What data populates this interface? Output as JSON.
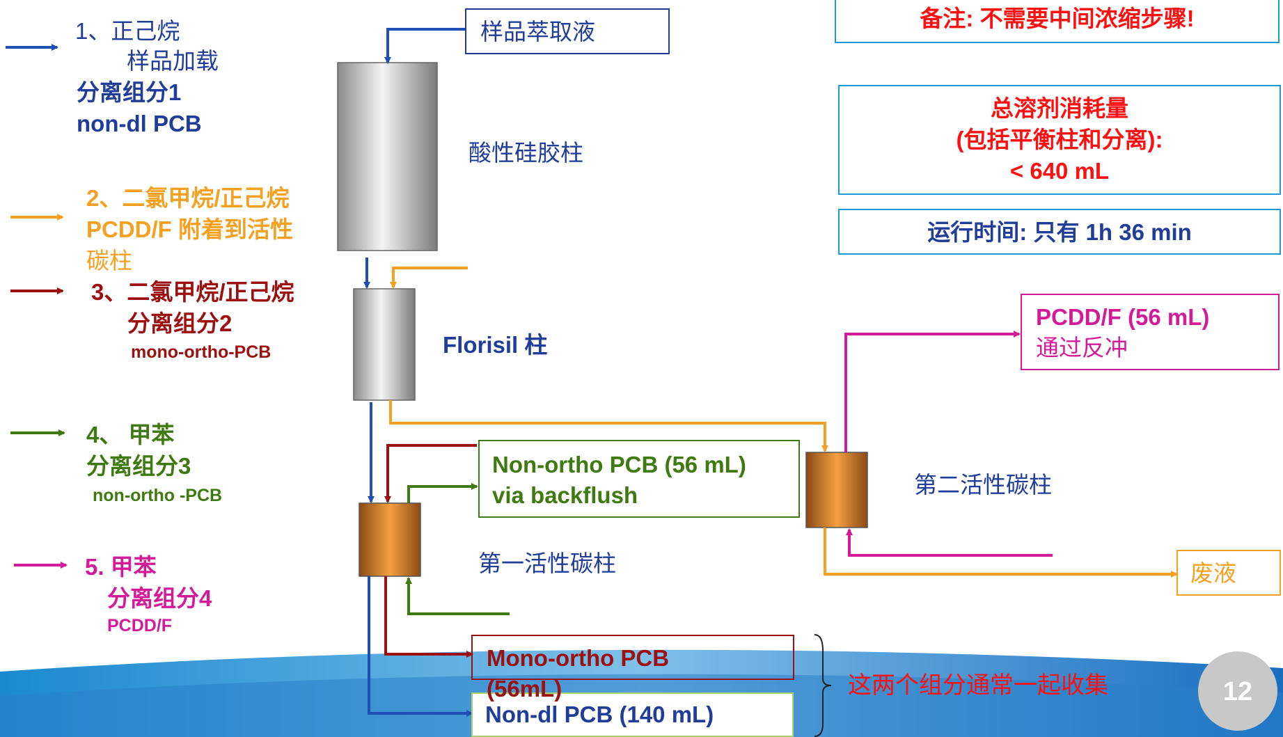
{
  "colors": {
    "blue": "#1f4fb4",
    "navy": "#1f3d99",
    "orange": "#f5a020",
    "darkred": "#9c1010",
    "green": "#3e7a0f",
    "magenta": "#d31b9a",
    "red": "#ff1010",
    "cyan_border": "#1a9ad6",
    "page_badge": "#c8c8c8"
  },
  "legend": {
    "item1": {
      "line1": "1、正己烷",
      "line2": "样品加载",
      "line3": "分离组分1",
      "line4": "non-dl PCB"
    },
    "item2": {
      "line1": "2、二氯甲烷/正己烷",
      "line2": "PCDD/F 附着到活性",
      "line3": "碳柱"
    },
    "item3": {
      "line1": "3、二氯甲烷/正己烷",
      "line2": "分离组分2",
      "line3": "mono-ortho-PCB"
    },
    "item4": {
      "line1": "4、 甲苯",
      "line2": "分离组分3",
      "line3": "non-ortho -PCB"
    },
    "item5": {
      "line1": "5. 甲苯",
      "line2": "分离组分4",
      "line3": "PCDD/F"
    }
  },
  "flow": {
    "sample_box": "样品萃取液",
    "acid_silica_label": "酸性硅胶柱",
    "florisil_label": "Florisil 柱",
    "carbon1_label": "第一活性碳柱",
    "carbon2_label": "第二活性碳柱",
    "nonortho_box": {
      "line1": "Non-ortho PCB (56 mL)",
      "line2": "via backflush"
    },
    "monoortho_box": {
      "line1": "Mono-ortho PCB",
      "line2": "(56mL)"
    },
    "nondl_box": "Non-dl PCB (140 mL)",
    "pcdd_box": {
      "line1": "PCDD/F (56 mL)",
      "line2": "通过反冲"
    },
    "waste_box": "废液",
    "collect_note": "这两个组分通常一起收集"
  },
  "notes": {
    "remark": "备注: 不需要中间浓缩步骤!",
    "solvent": {
      "line1": "总溶剂消耗量",
      "line2": "(包括平衡柱和分离):",
      "line3": "< 640 mL"
    },
    "runtime_prefix": "运行时间: 只有 ",
    "runtime_value": "1h 36 min"
  },
  "page_number": "12"
}
